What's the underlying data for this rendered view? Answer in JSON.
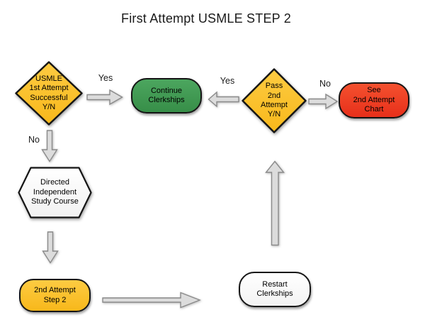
{
  "title": "First Attempt USMLE STEP 2",
  "nodes": {
    "usmle_first_attempt": {
      "text": "USMLE\n1st Attempt\nSuccessful\nY/N",
      "shape": "diamond",
      "fill": "#FBC02C"
    },
    "continue_clerkships": {
      "text": "Continue\nClerkships",
      "shape": "rounded-rect",
      "fill": "#3F9D53"
    },
    "pass_second_attempt": {
      "text": "Pass\n2nd\nAttempt\nY/N",
      "shape": "diamond",
      "fill": "#FBC02C"
    },
    "see_second_attempt_chart": {
      "text": "See\n2nd Attempt\nChart",
      "shape": "rounded-rect",
      "fill": "#EF3A21"
    },
    "directed_independent_study": {
      "text": "Directed\nIndependent\nStudy Course",
      "shape": "hexagon",
      "fill": "#FFFFFF"
    },
    "second_attempt_step_2": {
      "text": "2nd Attempt\nStep 2",
      "shape": "rounded-rect",
      "fill": "#FBC02C"
    },
    "restart_clerkships": {
      "text": "Restart\nClerkships",
      "shape": "rounded-rect",
      "fill": "#FFFFFF"
    }
  },
  "edge_labels": {
    "first_attempt_yes": "Yes",
    "first_attempt_no": "No",
    "pass_yes": "Yes",
    "pass_no": "No"
  },
  "colors": {
    "background": "#FFFFFF",
    "node_border": "#151515",
    "arrow_fill": "#DCDCDC",
    "arrow_stroke": "#8A8A8A",
    "yellow": "#FBC02C",
    "green": "#3F9D53",
    "red": "#EF3A21",
    "text": "#000000"
  }
}
